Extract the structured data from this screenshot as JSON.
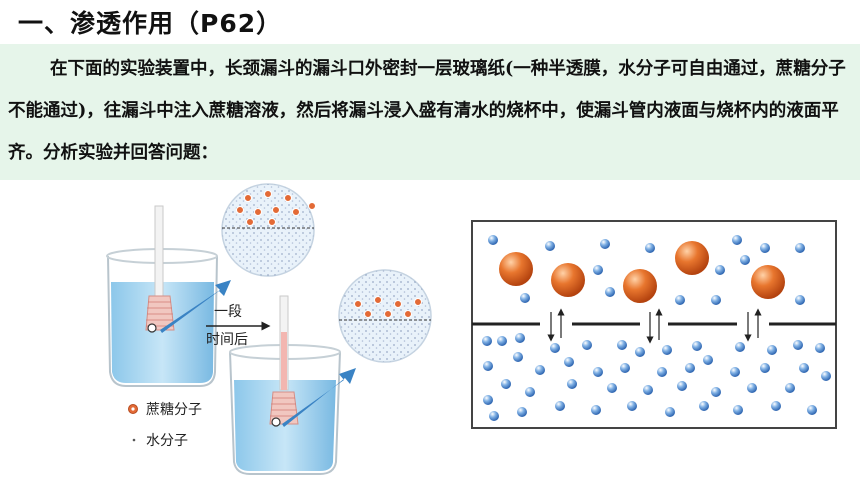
{
  "heading": "一、渗透作用（P62）",
  "paragraph": "在下面的实验装置中，长颈漏斗的漏斗口外密封一层玻璃纸(一种半透膜，水分子可自由通过，蔗糖分子不能通过)，往漏斗中注入蔗糖溶液，然后将漏斗浸入盛有清水的烧杯中，使漏斗管内液面与烧杯内的液面平齐。分析实验并回答问题：",
  "figure": {
    "arrow_label_line1": "一段",
    "arrow_label_line2": "时间后",
    "legend_sucrose": "蔗糖分子",
    "legend_water": "水分子"
  },
  "colors": {
    "banner": "#e6f5ea",
    "water": "#a9d6ef",
    "sucrose": "#e36a36",
    "water_molecule": "#5a8fd0",
    "arrow": "#2f7fc0"
  }
}
